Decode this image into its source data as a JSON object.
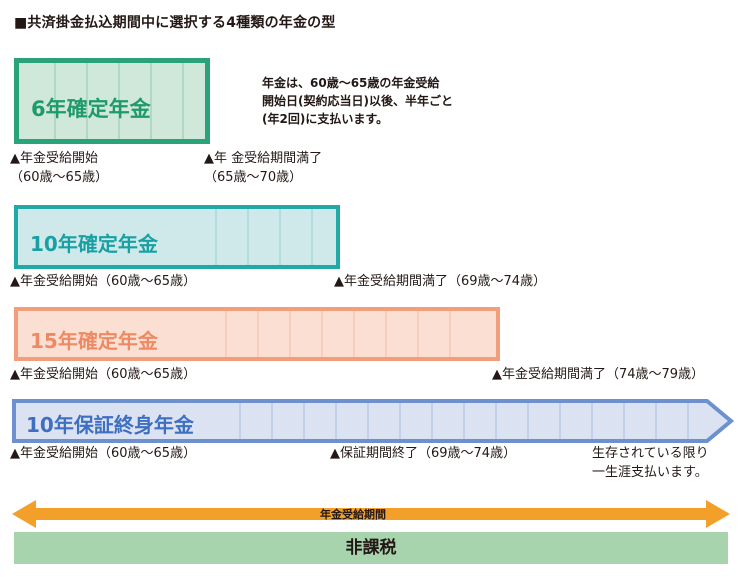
{
  "title": "■共済掛金払込期間中に選択する4種類の年金の型",
  "note": [
    "年金は、60歳～65歳の年金受給",
    "開始日(契約応当日)以後、半年ごと",
    "(年2回)に支払います。"
  ],
  "plans": [
    {
      "name": "6年確定年金",
      "colors": {
        "border": "#2aa27a",
        "fill": "#cfe8d9",
        "grid": "#93c9aa",
        "text": "#1f9a6b"
      },
      "start_label": [
        "▲年金受給開始",
        "（60歳〜65歳）"
      ],
      "end_label": [
        "▲年 金受給期間満了",
        "（65歳〜70歳）"
      ]
    },
    {
      "name": "10年確定年金",
      "colors": {
        "border": "#21a9a8",
        "fill": "#cfe9ea",
        "grid": "#92d1d2",
        "text": "#1aa0a3"
      },
      "start_label": "▲年金受給開始（60歳〜65歳）",
      "end_label": "▲年金受給期間満了（69歳〜74歳）"
    },
    {
      "name": "15年確定年金",
      "colors": {
        "border": "#f29e7c",
        "fill": "#fbdfd2",
        "grid": "#f4bca4",
        "text": "#ee8a63"
      },
      "start_label": "▲年金受給開始（60歳〜65歳）",
      "end_label": "▲年金受給期間満了（74歳〜79歳）"
    },
    {
      "name": "10年保証終身年金",
      "colors": {
        "border": "#6d90cf",
        "fill": "#dbe3f3",
        "grid": "#a9bde3",
        "text": "#3f6fc0"
      },
      "start_label": "▲年金受給開始（60歳〜65歳）",
      "mid_label": "▲保証期間終了（69歳〜74歳）",
      "end_label": [
        "生存されている限り",
        "一生涯支払います。"
      ]
    }
  ],
  "period_arrow": {
    "label": "年金受給期間",
    "color": "#f3a02a"
  },
  "tax": {
    "label": "非課税",
    "color": "#a7d4ad"
  }
}
